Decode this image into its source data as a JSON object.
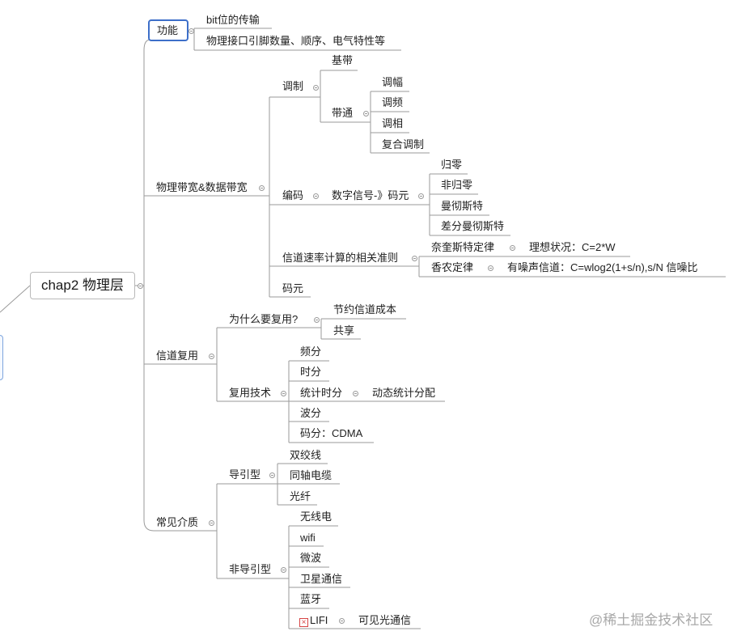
{
  "mindmap": {
    "root": "chap2 物理层",
    "functions": {
      "label": "功能",
      "items": [
        "bit位的传输",
        "物理接口引脚数量、顺序、电气特性等"
      ]
    },
    "bandwidth": {
      "label": "物理带宽&数据带宽",
      "modulation": {
        "label": "调制",
        "baseband": "基带",
        "passband": "带通",
        "types": [
          "调幅",
          "调频",
          "调相",
          "复合调制"
        ]
      },
      "coding": {
        "label": "编码",
        "digital": "数字信号-》码元",
        "types": [
          "归零",
          "非归零",
          "曼彻斯特",
          "差分曼彻斯特"
        ]
      },
      "rate": {
        "label": "信道速率计算的相关准则",
        "nyquist": "奈奎斯特定律",
        "nyquist_formula": "理想状况：C=2*W",
        "shannon": "香农定律",
        "shannon_formula": "有噪声信道：C=wlog2(1+s/n),s/N 信噪比"
      },
      "symbol": "码元"
    },
    "multiplexing": {
      "label": "信道复用",
      "why": {
        "label": "为什么要复用?",
        "items": [
          "节约信道成本",
          "共享"
        ]
      },
      "tech": {
        "label": "复用技术",
        "freq": "频分",
        "time": "时分",
        "stat": "统计时分",
        "stat_detail": "动态统计分配",
        "wave": "波分",
        "code": "码分：CDMA"
      }
    },
    "media": {
      "label": "常见介质",
      "guided": {
        "label": "导引型",
        "items": [
          "双绞线",
          "同轴电缆",
          "光纤"
        ]
      },
      "unguided": {
        "label": "非导引型",
        "items": [
          "无线电",
          "wifi",
          "微波",
          "卫星通信",
          "蓝牙"
        ],
        "lifi": "LIFI",
        "lifi_detail": "可见光通信"
      }
    }
  },
  "icons": {
    "lifi_marker": "error-x-icon"
  },
  "colors": {
    "selection": "#3d6fc9",
    "line": "#9a9a9a",
    "watermark": "#a8a8a8"
  },
  "watermark": "@稀土掘金技术社区"
}
